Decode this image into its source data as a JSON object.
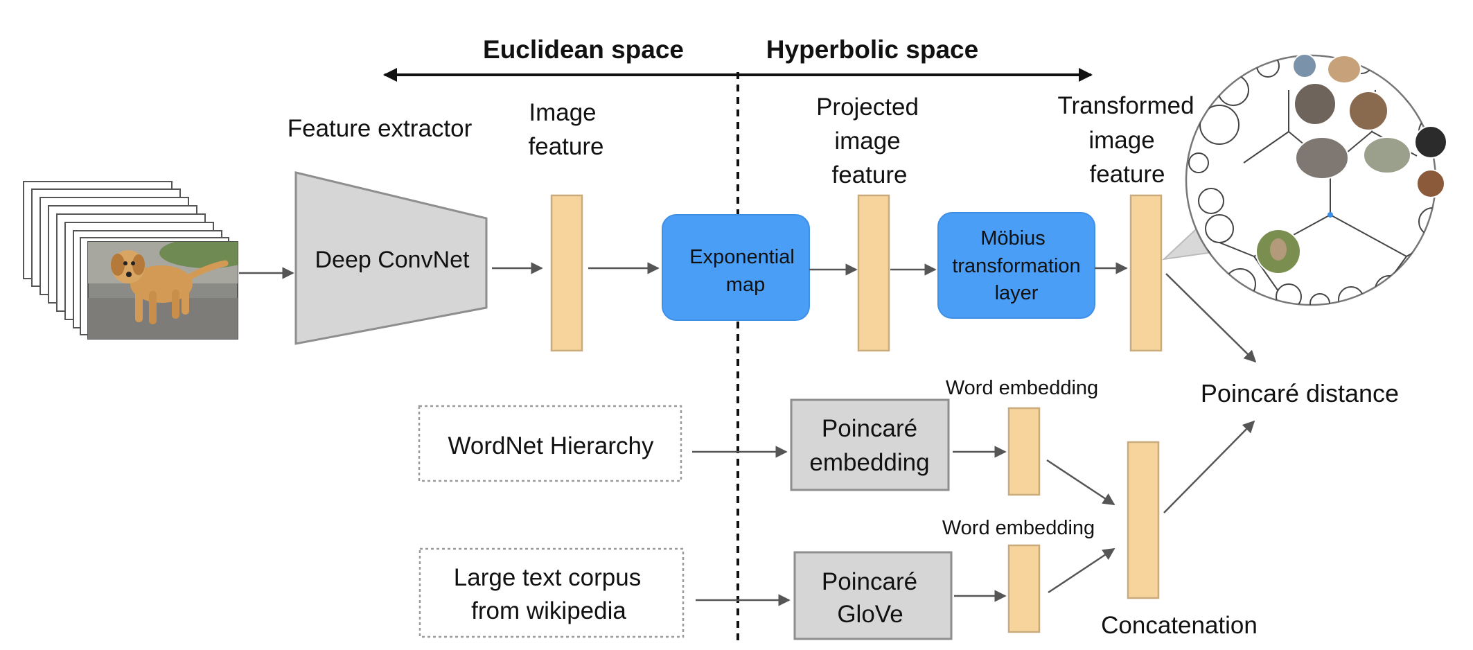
{
  "header": {
    "euclidean_label": "Euclidean space",
    "hyperbolic_label": "Hyperbolic space"
  },
  "nodes": {
    "feature_extractor": "Feature extractor",
    "deep_convnet": "Deep ConvNet",
    "image_feature_line1": "Image",
    "image_feature_line2": "feature",
    "exp_map_line1": "Exponential",
    "exp_map_line2": "map",
    "projected_line1": "Projected",
    "projected_line2": "image",
    "projected_line3": "feature",
    "mobius_line1": "Möbius",
    "mobius_line2": "transformation",
    "mobius_line3": "layer",
    "transformed_line1": "Transformed",
    "transformed_line2": "image",
    "transformed_line3": "feature",
    "poincare_distance": "Poincaré distance",
    "wordnet": "WordNet Hierarchy",
    "poincare_embedding_line1": "Poincaré",
    "poincare_embedding_line2": "embedding",
    "word_embedding_top": "Word embedding",
    "corpus_line1": "Large text corpus",
    "corpus_line2": "from wikipedia",
    "poincare_glove_line1": "Poincaré",
    "poincare_glove_line2": "GloVe",
    "word_embedding_bottom": "Word embedding",
    "concatenation": "Concatenation"
  },
  "colors": {
    "feature_bar": "#f6d49b",
    "blue_block": "#4a9ef5",
    "gray_block": "#d6d6d6"
  },
  "icons": [
    "dog-photo",
    "animal-thumbnails"
  ]
}
